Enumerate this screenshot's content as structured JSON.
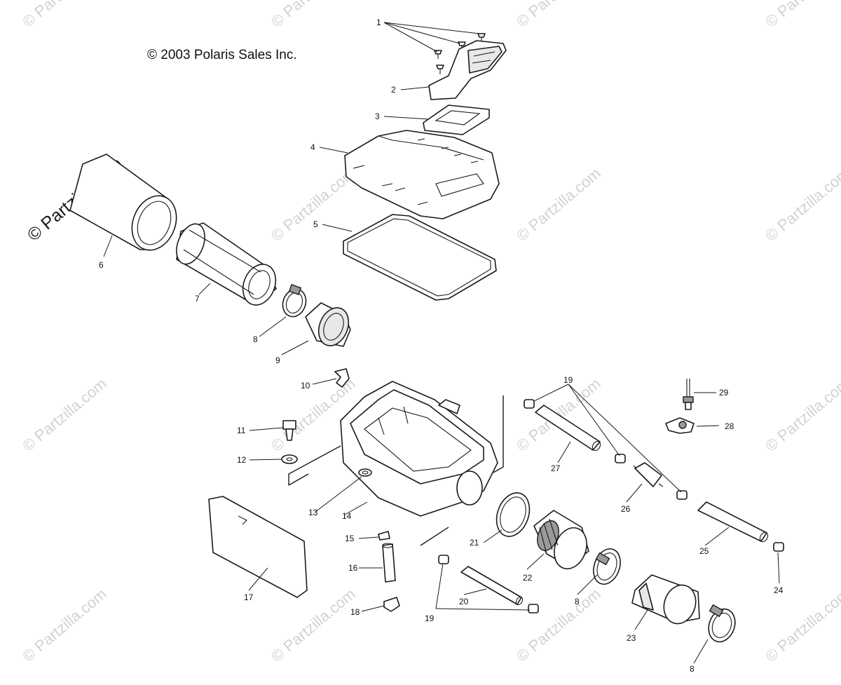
{
  "copyright": "© 2003 Polaris Sales Inc.",
  "watermark": {
    "text": "© Partzilla.com",
    "large_text": "© Partzilla.com"
  },
  "callouts": {
    "c1": "1",
    "c2": "2",
    "c3": "3",
    "c4": "4",
    "c5": "5",
    "c6": "6",
    "c7": "7",
    "c8a": "8",
    "c9": "9",
    "c10": "10",
    "c11": "11",
    "c12": "12",
    "c13": "13",
    "c14": "14",
    "c15": "15",
    "c16": "16",
    "c17": "17",
    "c18": "18",
    "c19a": "19",
    "c19b": "19",
    "c20": "20",
    "c21": "21",
    "c22": "22",
    "c23": "23",
    "c24": "24",
    "c25": "25",
    "c26": "26",
    "c27": "27",
    "c28": "28",
    "c29": "29",
    "c8b": "8",
    "c8c": "8"
  }
}
